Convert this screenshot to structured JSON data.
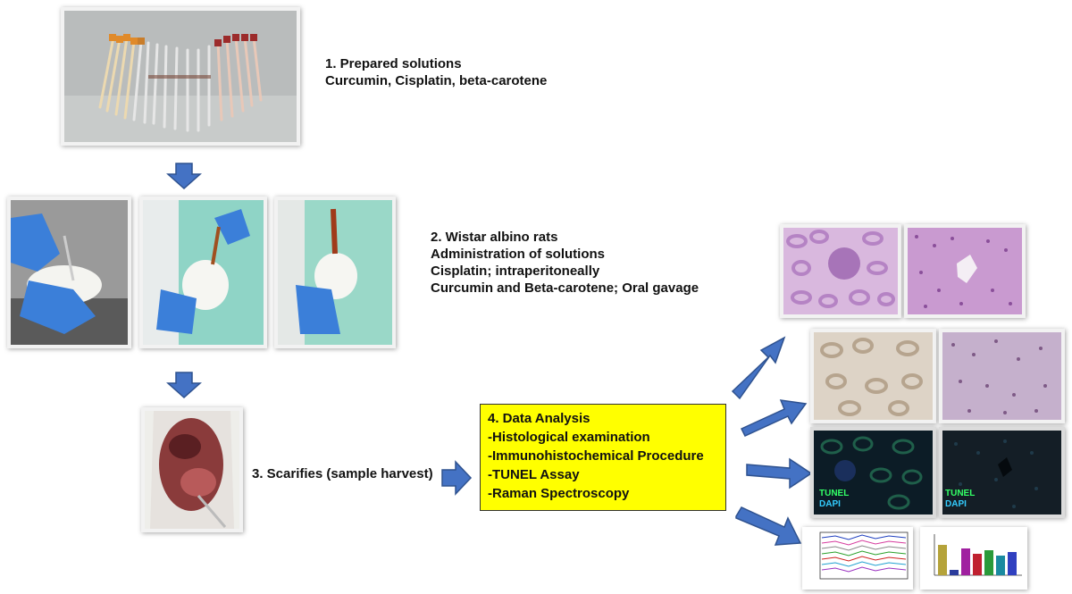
{
  "steps": {
    "step1": {
      "title": "1. Prepared solutions",
      "detail": "Curcumin, Cisplatin, beta-carotene"
    },
    "step2": {
      "lines": [
        "2. Wistar albino rats",
        "Administration of solutions",
        "Cisplatin; intraperitoneally",
        "Curcumin and Beta-carotene; Oral gavage"
      ]
    },
    "step3": {
      "label": "3. Scarifies (sample harvest)"
    },
    "step4": {
      "title": "4. Data Analysis",
      "items": [
        "-Histological examination",
        "-Immunohistochemical Procedure",
        "-TUNEL Assay",
        "-Raman Spectroscopy"
      ]
    }
  },
  "micrographs": {
    "tunel_label": "TUNEL",
    "dapi_label": "DAPI"
  },
  "colors": {
    "arrow_fill": "#4472c4",
    "arrow_stroke": "#2f528f",
    "analysis_box": "#ffff00",
    "tunel_text": "#33ff66",
    "dapi_text": "#33ccff"
  }
}
